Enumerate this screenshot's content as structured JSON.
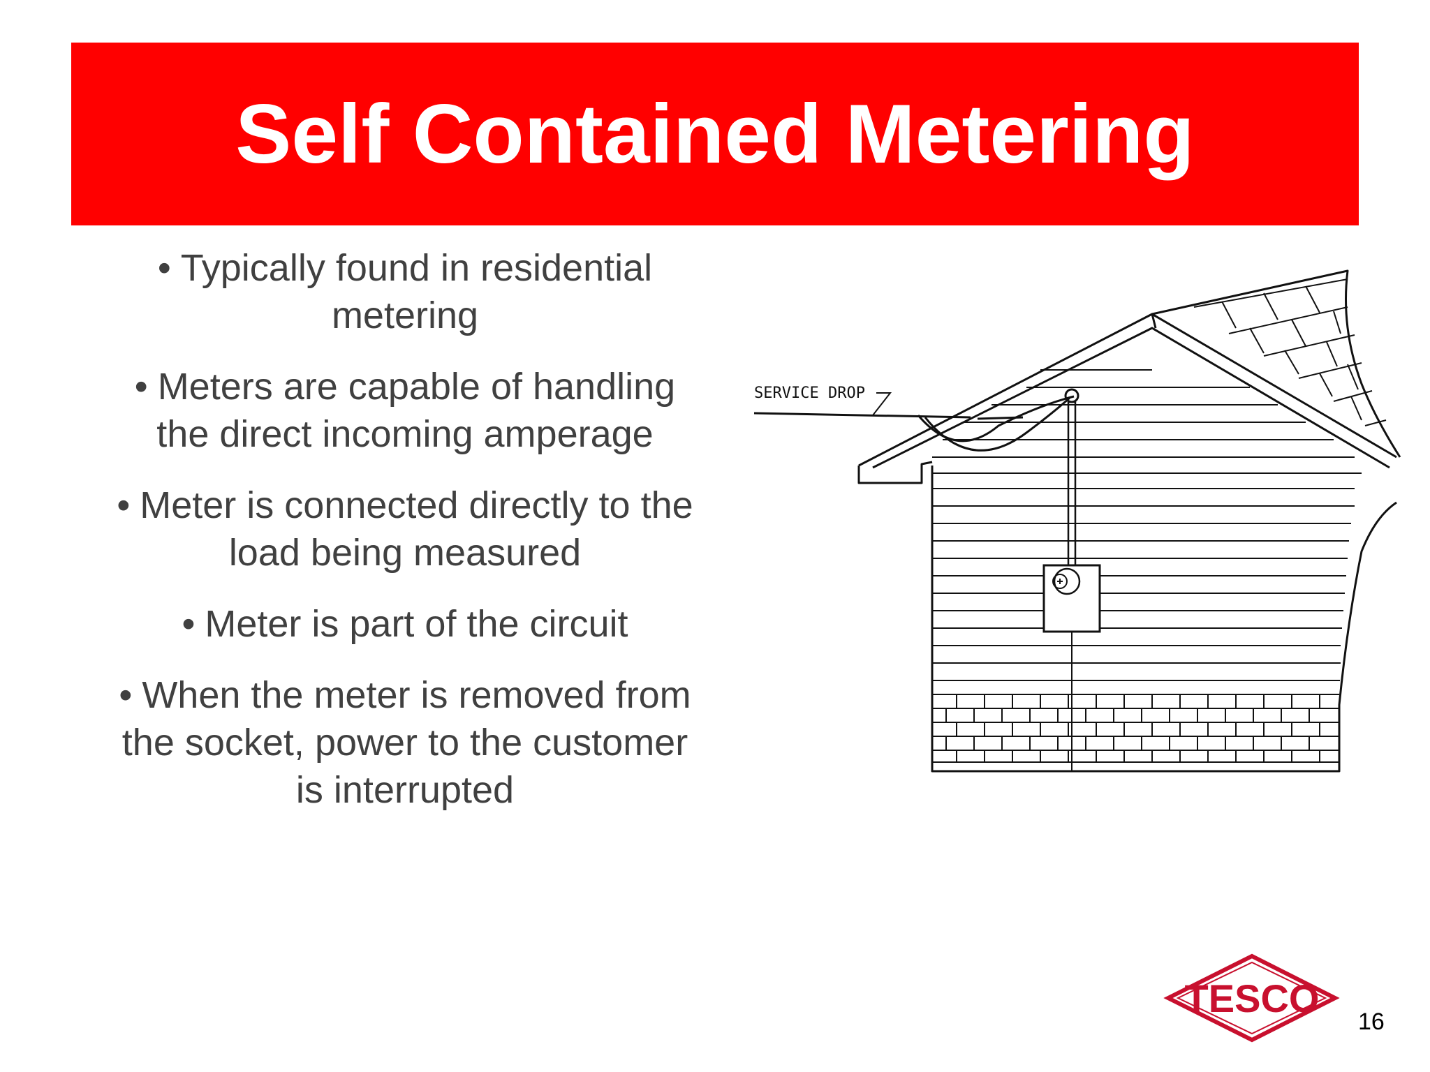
{
  "slide": {
    "title": "Self Contained Metering",
    "bullets": [
      "Typically found in residential metering",
      "Meters are capable of handling the direct incoming amperage",
      "Meter is connected directly to the load being measured",
      "Meter is part of the circuit",
      "When the meter is removed from the socket, power to the customer is interrupted"
    ],
    "bullet_symbol": "•",
    "page_number": "16"
  },
  "illustration": {
    "service_drop_label": "SERVICE DROP"
  },
  "logo": {
    "text": "TESCO"
  },
  "colors": {
    "title_bar": "#ff0000",
    "title_text": "#ffffff",
    "body_text": "#404040",
    "logo": "#c8102e"
  }
}
